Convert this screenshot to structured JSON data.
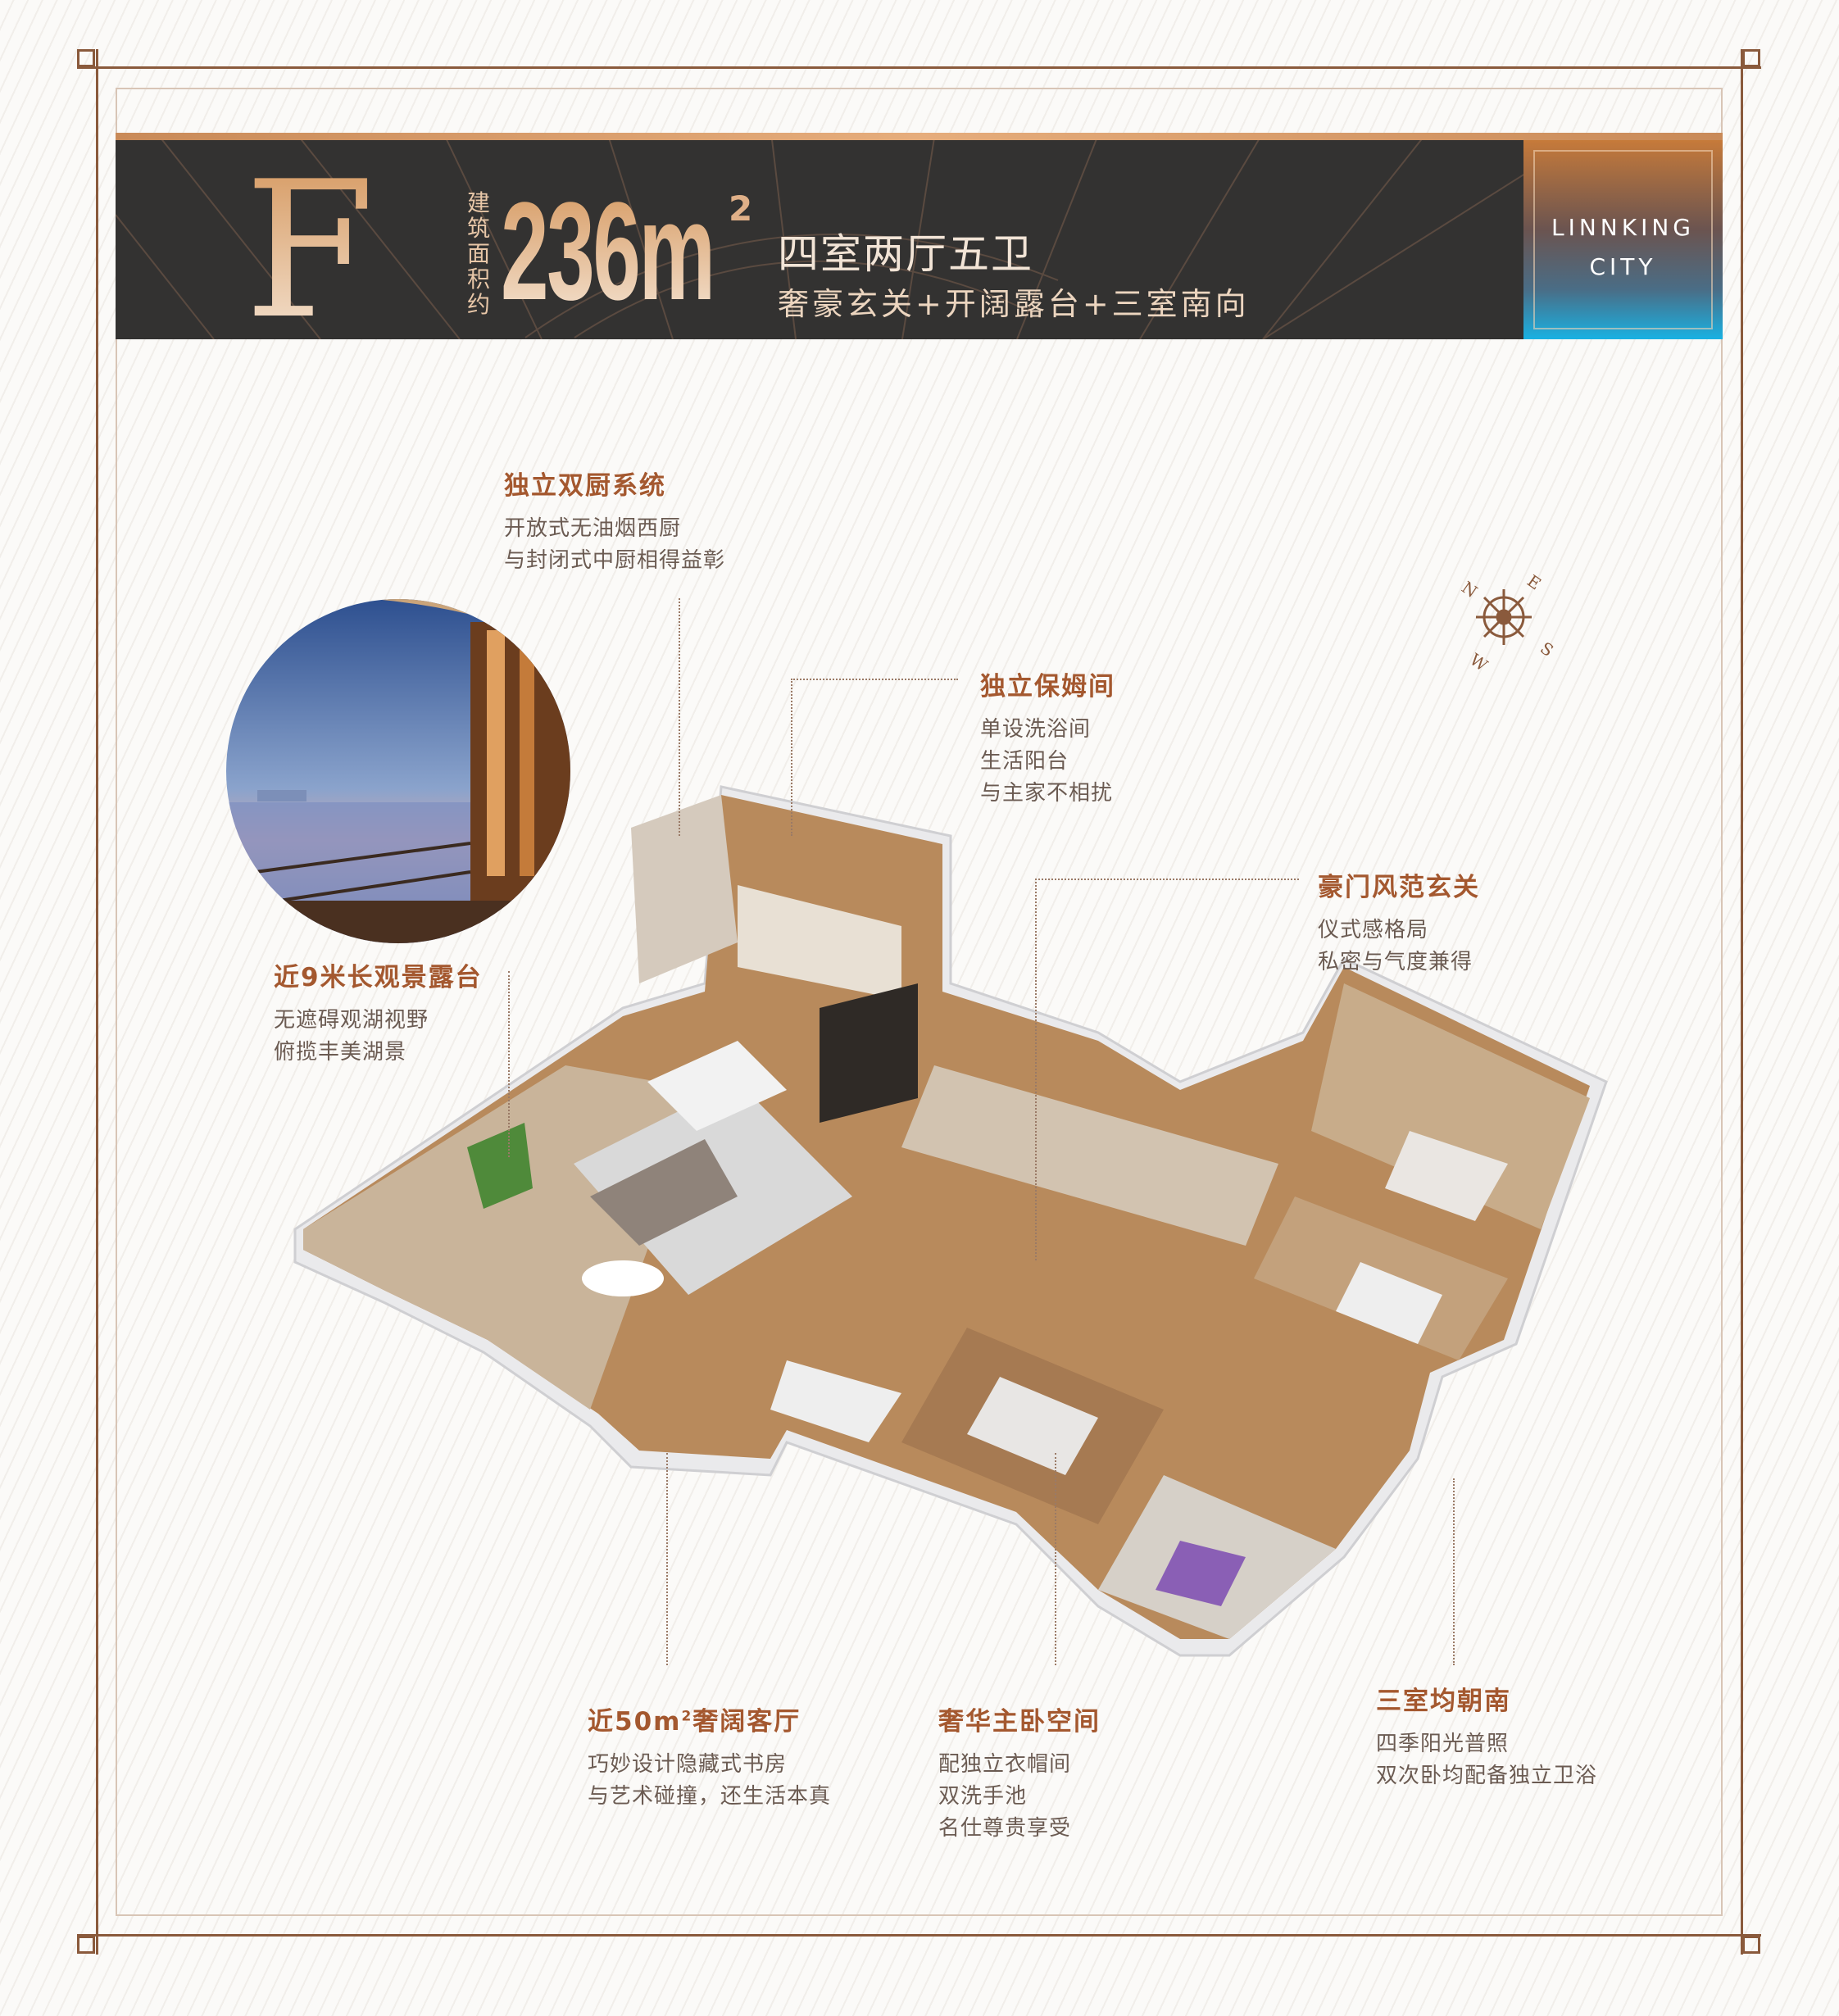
{
  "header": {
    "unit_type": "F",
    "area_label": "建筑面积约",
    "area_value": "236m",
    "area_sup": "2",
    "layout": "四室两厅五卫",
    "highlights": "奢豪玄关+开阔露台+三室南向"
  },
  "logo": {
    "line1": "LINNKING",
    "line2": "CITY"
  },
  "compass": {
    "n": "N",
    "e": "E",
    "s": "S",
    "w": "W",
    "icon": "compass-rose-icon"
  },
  "features": [
    {
      "title": "独立双厨系统",
      "lines": [
        "开放式无油烟西厨",
        "与封闭式中厨相得益彰"
      ]
    },
    {
      "title": "独立保姆间",
      "lines": [
        "单设洗浴间",
        "生活阳台",
        "与主家不相扰"
      ]
    },
    {
      "title": "豪门风范玄关",
      "lines": [
        "仪式感格局",
        "私密与气度兼得"
      ]
    },
    {
      "title": "近9米长观景露台",
      "lines": [
        "无遮碍观湖视野",
        "俯揽丰美湖景"
      ]
    },
    {
      "title_pre": "近50m",
      "title_sup": "2",
      "title_post": "奢阔客厅",
      "lines": [
        "巧妙设计隐藏式书房",
        "与艺术碰撞，还生活本真"
      ]
    },
    {
      "title": "奢华主卧空间",
      "lines": [
        "配独立衣帽间",
        "双洗手池",
        "名仕尊贵享受"
      ]
    },
    {
      "title": "三室均朝南",
      "lines": [
        "四季阳光普照",
        "双次卧均配备独立卫浴"
      ]
    }
  ],
  "colors": {
    "accent": "#a4582f",
    "frame": "#8a5a3c",
    "header_bg": "#333231",
    "gold": "#d69a62"
  }
}
